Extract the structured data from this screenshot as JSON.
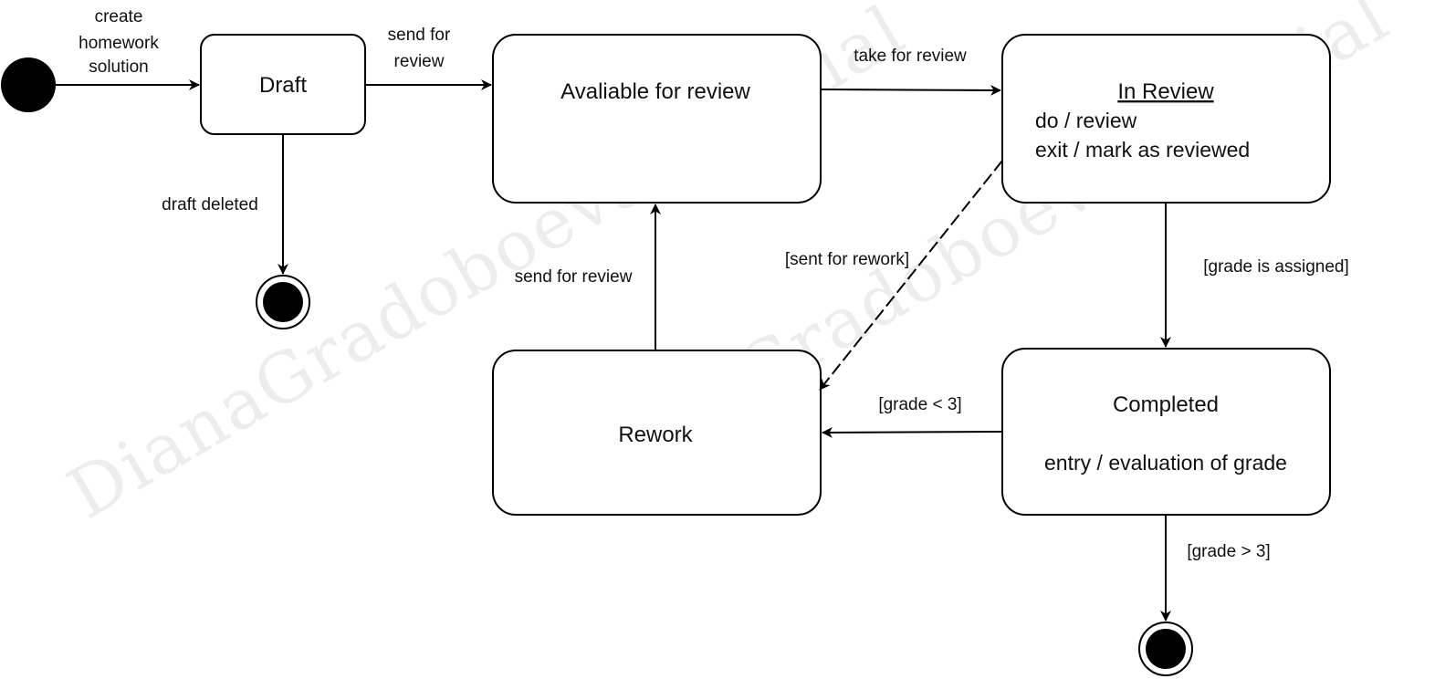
{
  "states": {
    "draft": {
      "name": "Draft"
    },
    "available": {
      "name": "Avaliable for review"
    },
    "in_review": {
      "name": "In Review",
      "activities": [
        "do / review",
        "exit / mark as reviewed"
      ]
    },
    "rework": {
      "name": "Rework"
    },
    "completed": {
      "name": "Completed",
      "activities": [
        "entry / evaluation of grade"
      ]
    }
  },
  "transitions": {
    "create": [
      "create",
      "homework",
      "solution"
    ],
    "send_for_review_1": [
      "send for",
      "review"
    ],
    "take_for_review": "take for review",
    "draft_deleted": "draft deleted",
    "sent_for_rework": "[sent for rework]",
    "grade_assigned": "[grade is assigned]",
    "send_for_review_2": "send for review",
    "grade_lt_3": "[grade < 3]",
    "grade_gt_3": "[grade > 3]"
  },
  "watermark": "DianaGradoboevaTutorial",
  "colors": {
    "stroke": "#000000",
    "fill": "#ffffff",
    "text": "#111111"
  }
}
